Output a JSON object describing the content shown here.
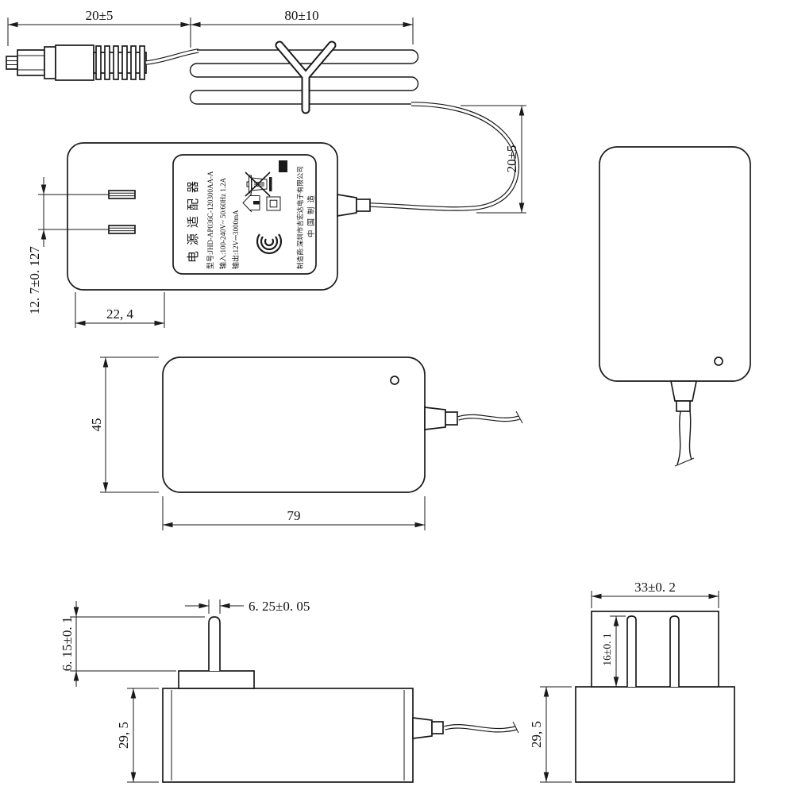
{
  "drawing": {
    "background": "#ffffff",
    "line_color": "#1a1a1a"
  },
  "views": {
    "front": {
      "dims": {
        "plug_length": "20±5",
        "cable_length": "80±10",
        "loop_height": "20±5",
        "blade_spacing": "12. 7±0. 127",
        "edge_to_blade": "22, 4"
      },
      "label": {
        "product_name": "电源适配器",
        "model": "型号:JHD-AP036C-120300AA-A",
        "input": "输入:100-240V~ 50/60Hz 1.2A",
        "output": "输出:12V⎓3000mA",
        "manufacturer": "制造商:深圳市吉宏达电子有限公司",
        "origin": "中国制造",
        "icons": [
          "weee-bin-icon",
          "indoor-use-icon",
          "class-ii-icon",
          "ccc-mark-icon",
          "solid-bar"
        ]
      }
    },
    "back": {
      "dims": {
        "body_height": "45",
        "body_width": "79"
      }
    },
    "bottom_side": {
      "dims": {
        "blade_width": "6. 25±0. 05",
        "blade_stub_height": "6. 15±0. 1",
        "body_depth": "29, 5"
      }
    },
    "bottom_end": {
      "dims": {
        "plug_face_width": "33±0. 2",
        "blade_length": "16±0. 1",
        "body_depth": "29, 5"
      }
    }
  }
}
